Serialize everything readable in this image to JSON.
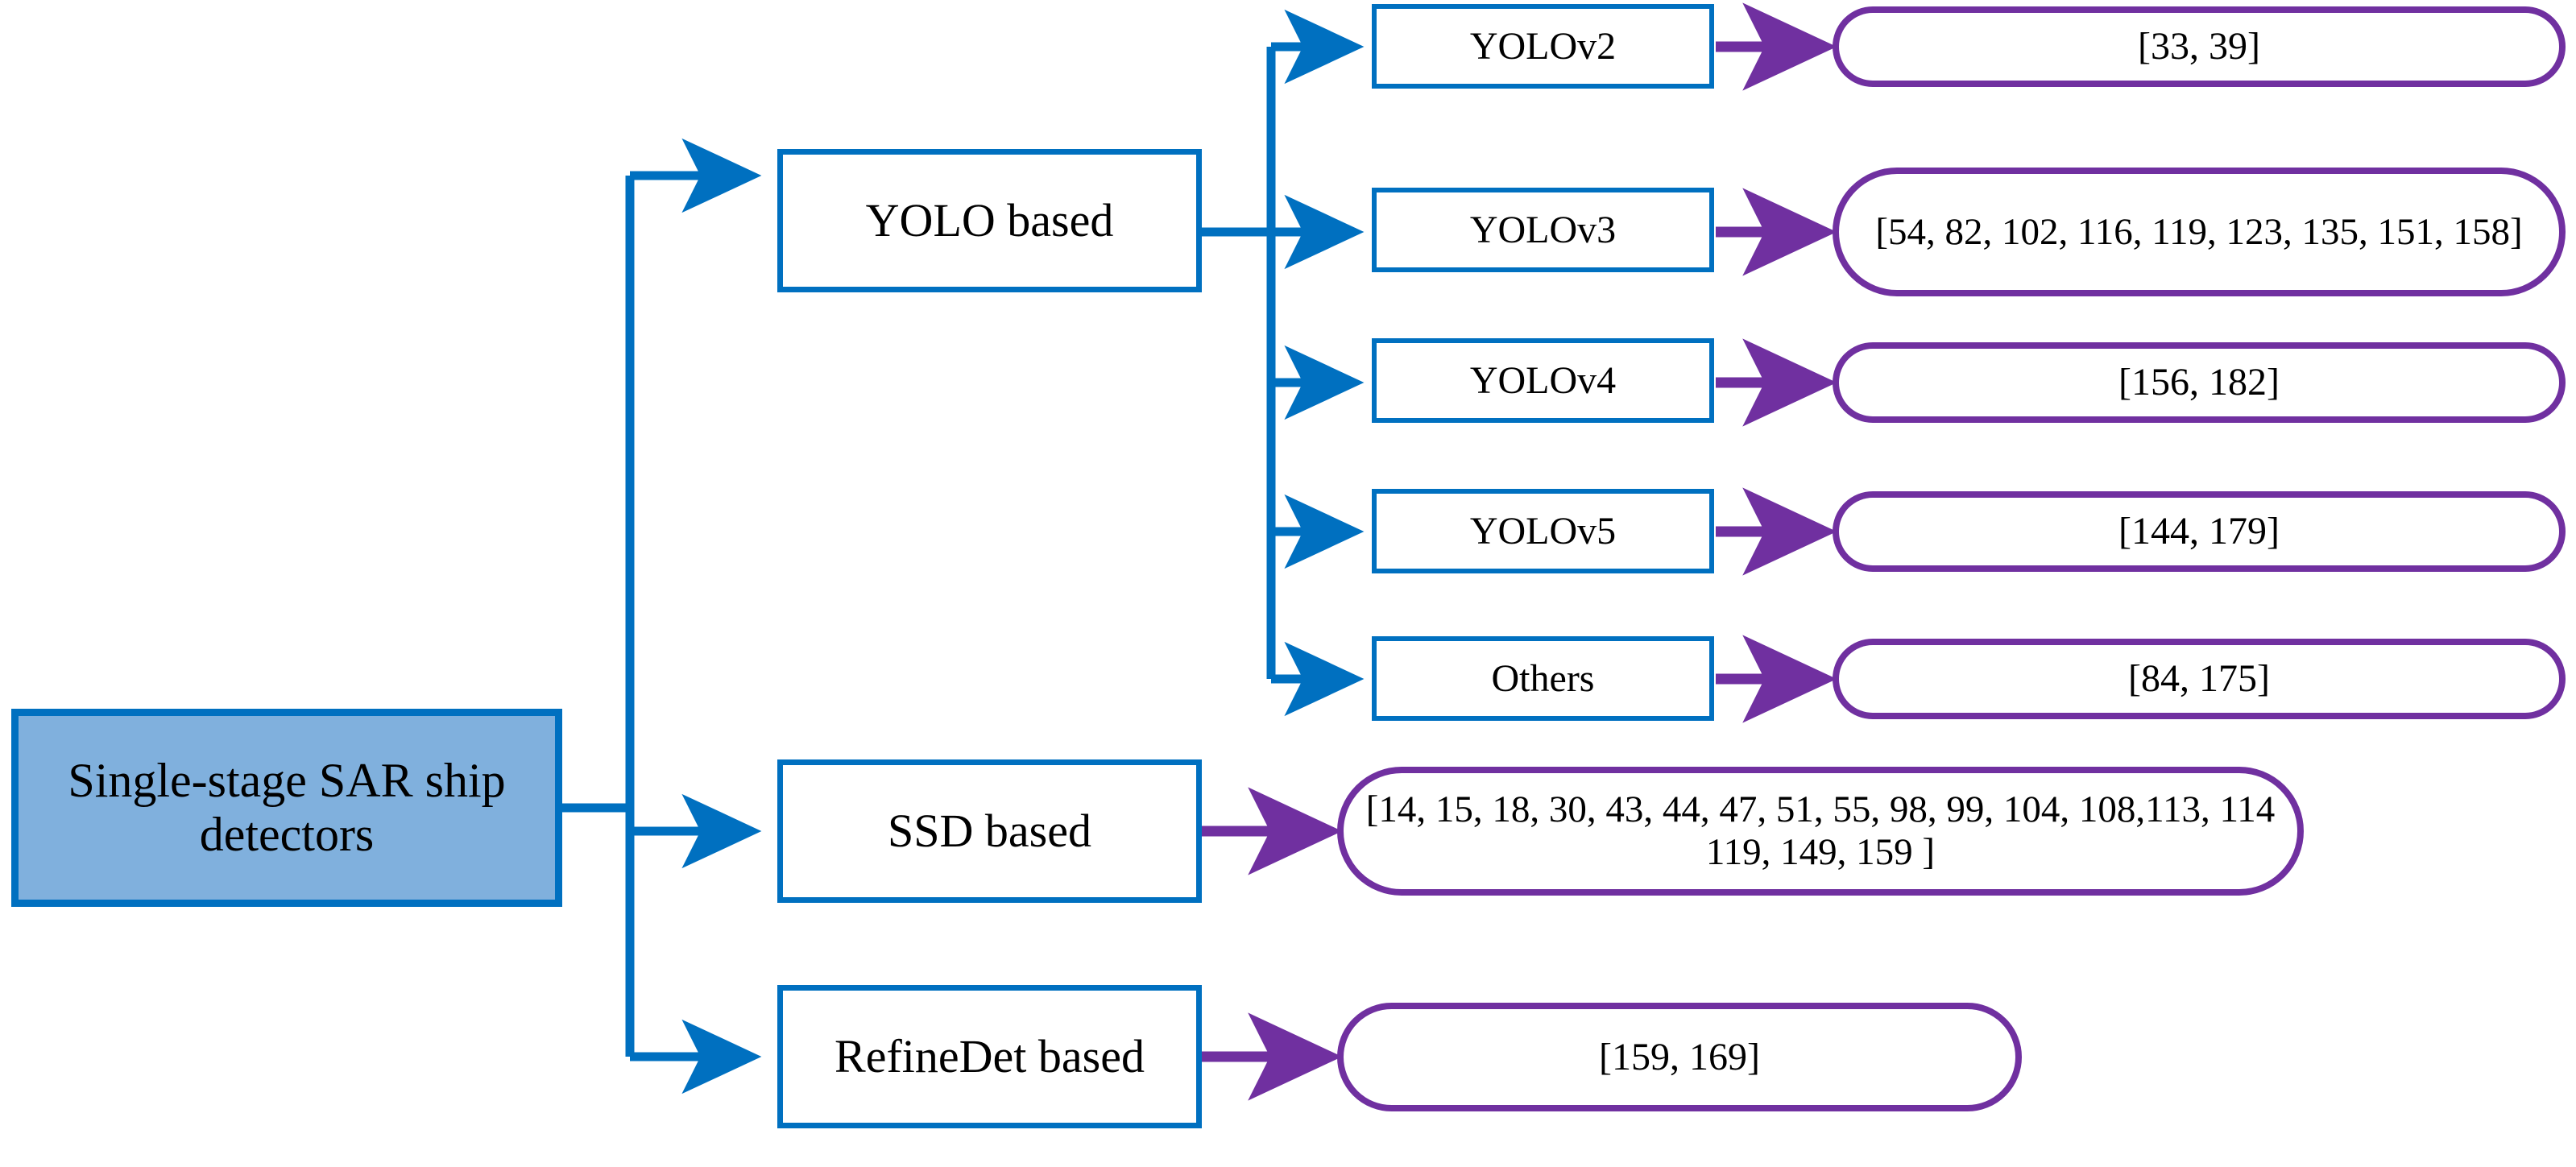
{
  "diagram": {
    "title_node": {
      "label": "Single-stage SAR ship detectors"
    },
    "colors": {
      "blue_stroke": "#0070C0",
      "root_fill": "#80B0DD",
      "purple_stroke": "#7030A0",
      "text": "#000000",
      "background": "#FFFFFF"
    },
    "categories": [
      {
        "id": "yolo",
        "label": "YOLO based"
      },
      {
        "id": "ssd",
        "label": "SSD based"
      },
      {
        "id": "refinedet",
        "label": "RefineDet based"
      }
    ],
    "yolo_subnodes": [
      {
        "id": "yolov2",
        "label": "YOLOv2",
        "refs": "[33, 39]"
      },
      {
        "id": "yolov3",
        "label": "YOLOv3",
        "refs": "[54, 82, 102, 116, 119, 123, 135, 151, 158]"
      },
      {
        "id": "yolov4",
        "label": "YOLOv4",
        "refs": "[156, 182]"
      },
      {
        "id": "yolov5",
        "label": "YOLOv5",
        "refs": "[144, 179]"
      },
      {
        "id": "others",
        "label": "Others",
        "refs": "[84, 175]"
      }
    ],
    "category_refs": {
      "ssd": "[14, 15, 18, 30, 43, 44, 47, 51, 55, 98, 99, 104, 108,113, 114 119, 149, 159 ]",
      "refinedet": "[159, 169]"
    }
  },
  "chart_data": {
    "type": "table",
    "title": "Single-stage SAR ship detectors taxonomy",
    "categories": [
      "YOLO based",
      "SSD based",
      "RefineDet based"
    ],
    "rows": [
      {
        "branch": "YOLO based",
        "subnode": "YOLOv2",
        "references": "[33, 39]"
      },
      {
        "branch": "YOLO based",
        "subnode": "YOLOv3",
        "references": "[54, 82, 102, 116, 119, 123, 135, 151, 158]"
      },
      {
        "branch": "YOLO based",
        "subnode": "YOLOv4",
        "references": "[156, 182]"
      },
      {
        "branch": "YOLO based",
        "subnode": "YOLOv5",
        "references": "[144, 179]"
      },
      {
        "branch": "YOLO based",
        "subnode": "Others",
        "references": "[84, 175]"
      },
      {
        "branch": "SSD based",
        "subnode": "",
        "references": "[14, 15, 18, 30, 43, 44, 47, 51, 55, 98, 99, 104, 108,113, 114 119, 149, 159 ]"
      },
      {
        "branch": "RefineDet based",
        "subnode": "",
        "references": "[159, 169]"
      }
    ]
  }
}
